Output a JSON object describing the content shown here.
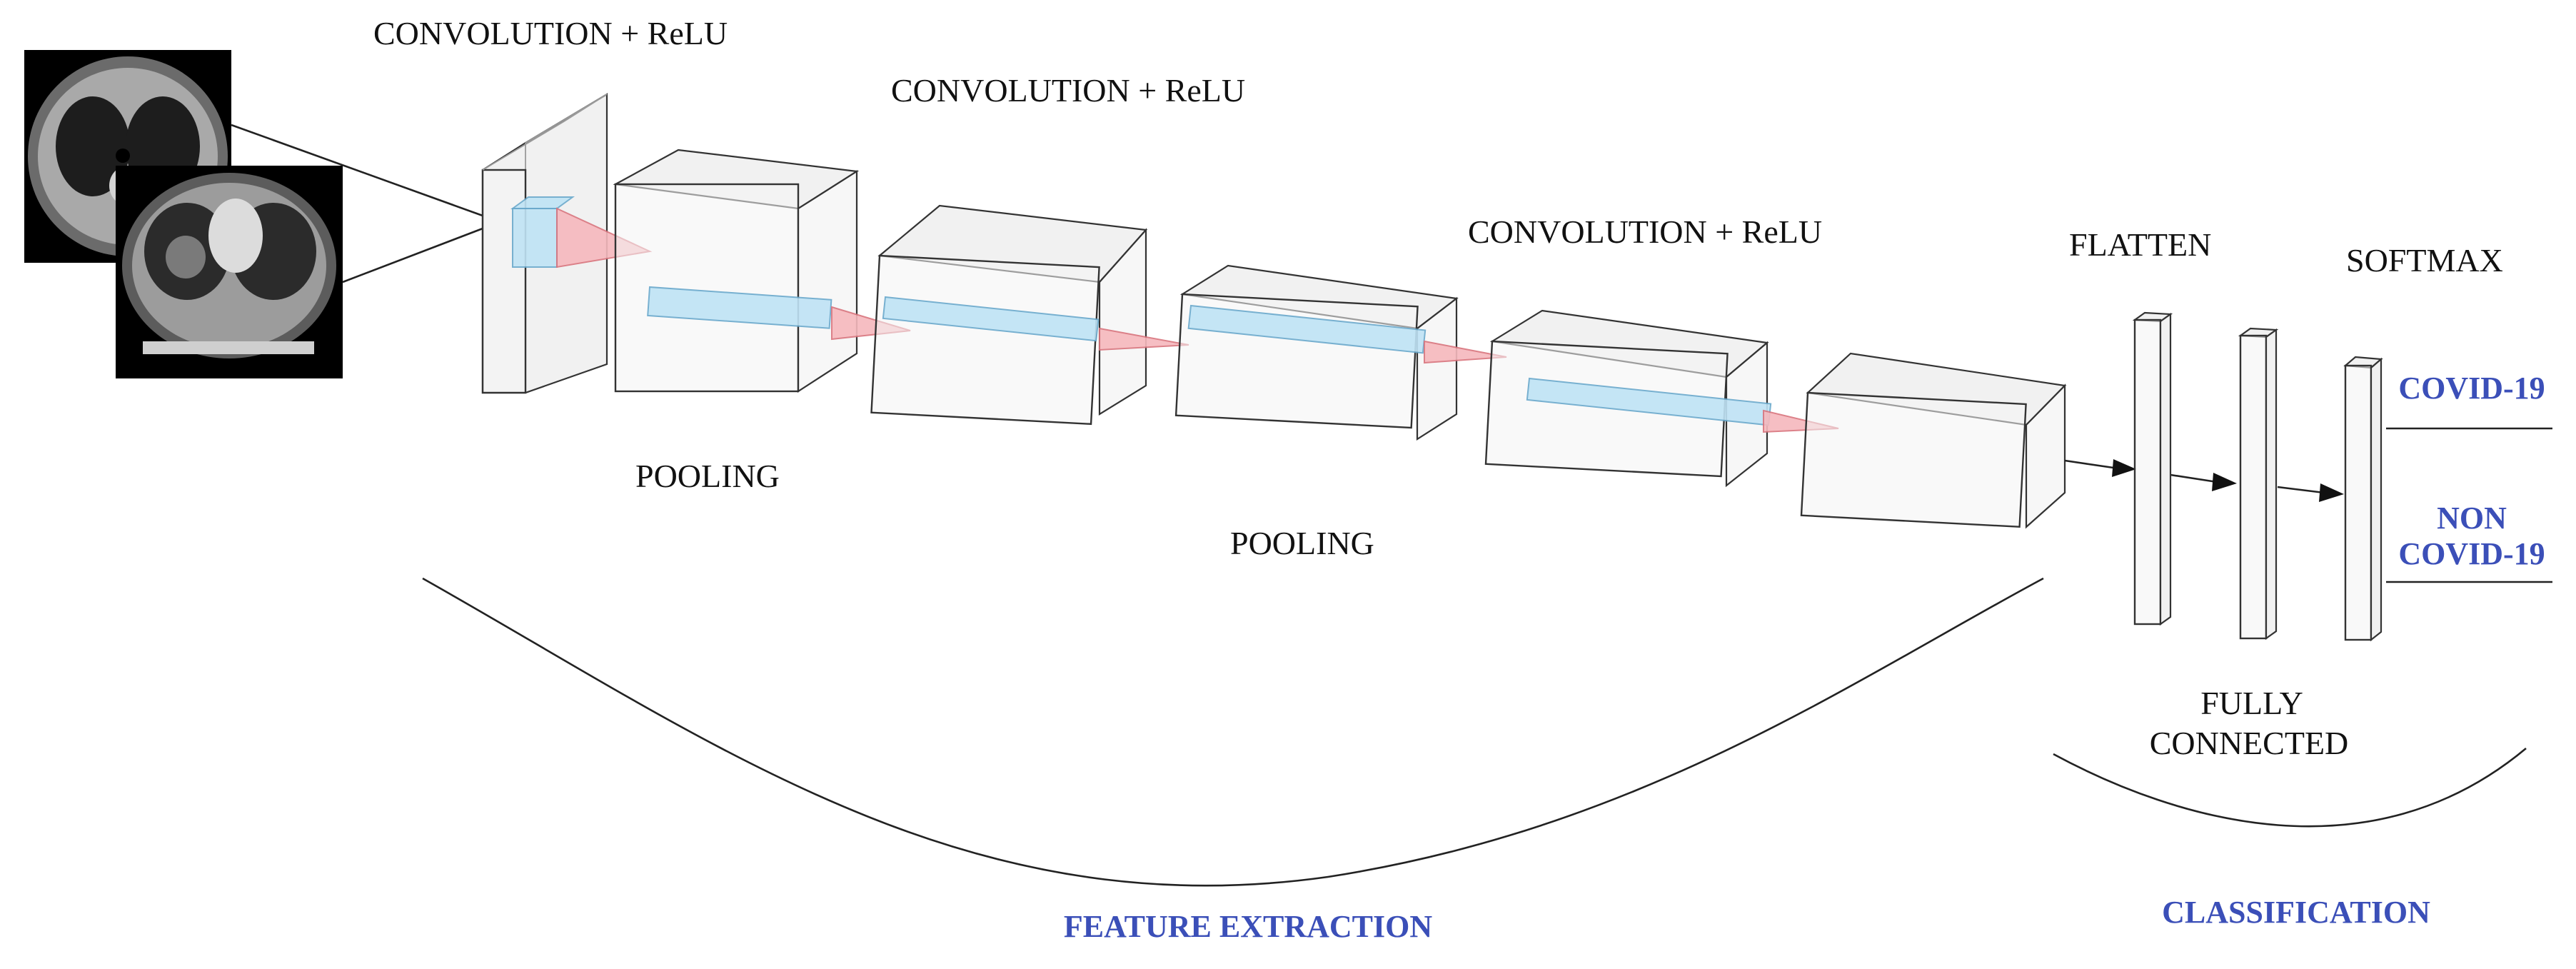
{
  "labels": {
    "conv1": "CONVOLUTION + ReLU",
    "conv2": "CONVOLUTION + ReLU",
    "conv3": "CONVOLUTION + ReLU",
    "pool1": "POOLING",
    "pool2": "POOLING",
    "flatten": "FLATTEN",
    "softmax": "SOFTMAX",
    "fully_connected_line1": "FULLY",
    "fully_connected_line2": "CONNECTED",
    "output_covid": "COVID-19",
    "output_non_line1": "NON",
    "output_non_line2": "COVID-19",
    "feature_extraction": "FEATURE EXTRACTION",
    "classification": "CLASSIFICATION"
  },
  "colors": {
    "accent_blue": "#3b4fb8",
    "feature_rod": "#bfe3f5",
    "filter_cone": "#f6b8bd"
  }
}
